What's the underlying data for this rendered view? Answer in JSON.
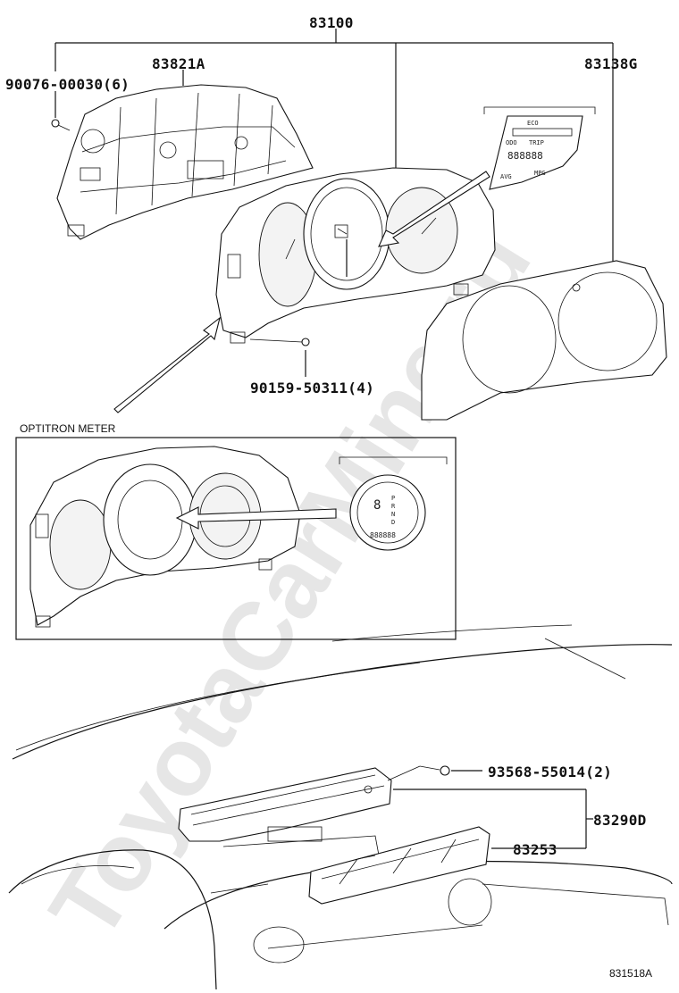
{
  "diagram": {
    "watermark": "ToyotaCarMine.ru",
    "figure_code": "831518A",
    "inset_title": "OPTITRON METER",
    "parts": {
      "combination_meter": "83100",
      "meter_housing": "83821A",
      "housing_screw": "90076-00030(6)",
      "meter_glass": "83138G",
      "meter_screw": "90159-50311(4)",
      "cluster_clip": "93568-55014(2)",
      "clock_assy": "83290D",
      "clock_panel": "83253"
    },
    "display_labels": {
      "eco": "ECO",
      "odo": "ODO",
      "trip": "TRIP",
      "avg": "AVG",
      "mpg": "MPG",
      "digits": "888888",
      "gear": "8",
      "p": "P",
      "r": "R",
      "n": "N",
      "d": "D"
    }
  }
}
